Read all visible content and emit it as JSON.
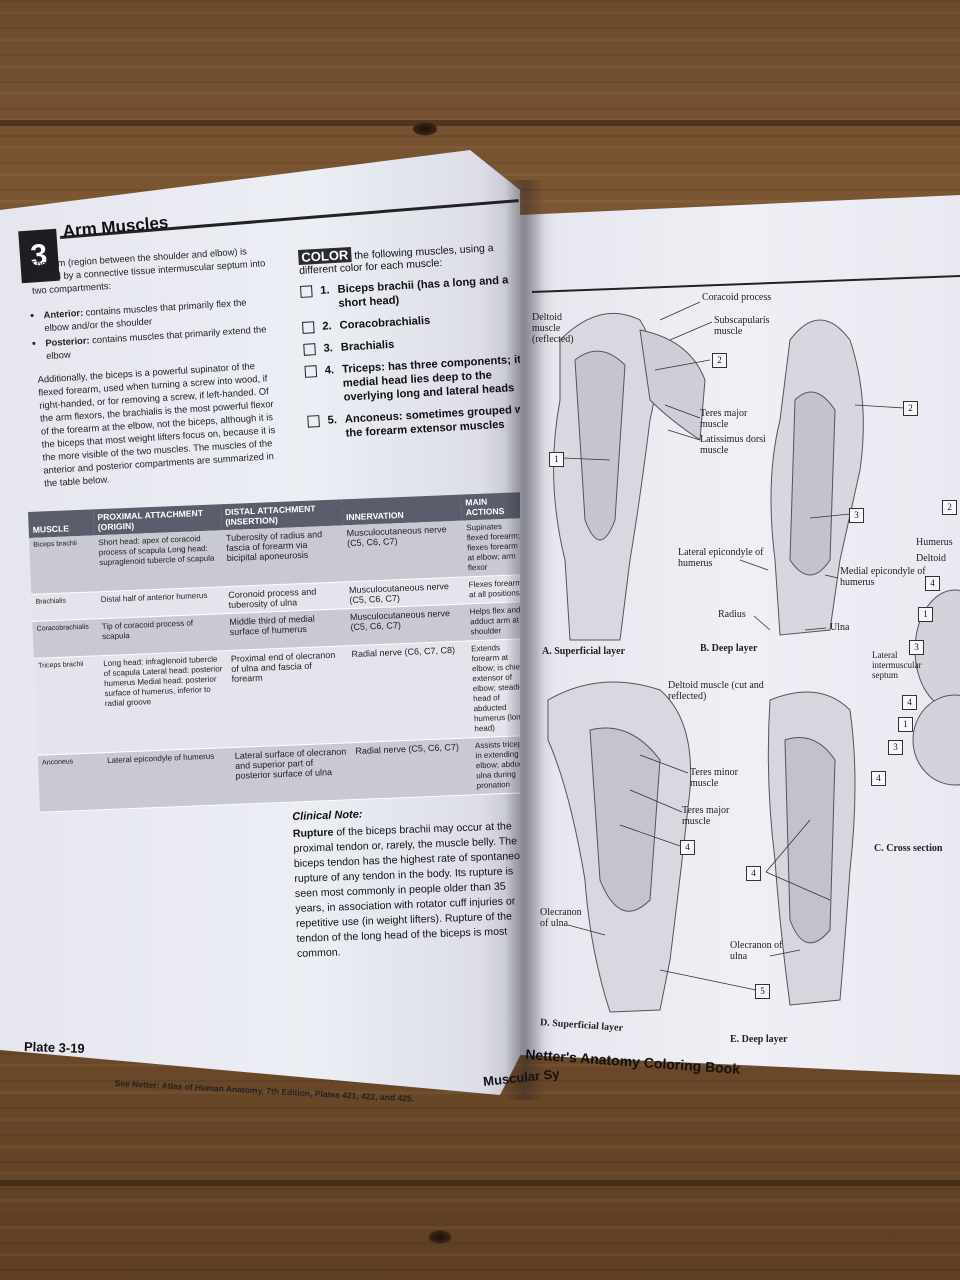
{
  "left_page": {
    "chapter_number": "3",
    "chapter_title": "Arm Muscles",
    "intro_p1": "The arm (region between the shoulder and elbow) is divided by a connective tissue intermuscular septum into two compartments:",
    "bullet_anterior_label": "Anterior:",
    "bullet_anterior_text": " contains muscles that primarily flex the elbow and/or the shoulder",
    "bullet_posterior_label": "Posterior:",
    "bullet_posterior_text": " contains muscles that primarily extend the elbow",
    "intro_p2": "Additionally, the biceps is a powerful supinator of the flexed forearm, used when turning a screw into wood, if right-handed, or for removing a screw, if left-handed. Of the arm flexors, the brachialis is the most powerful flexor of the forearm at the elbow, not the biceps, although it is the biceps that most weight lifters focus on, because it is the more visible of the two muscles. The muscles of the anterior and posterior compartments are summarized in the table below.",
    "color_word": "COLOR",
    "color_instruction": " the following muscles, using a different color for each muscle:",
    "checklist": [
      {
        "num": "1.",
        "text": "Biceps brachii (has a long and a short head)"
      },
      {
        "num": "2.",
        "text": "Coracobrachialis"
      },
      {
        "num": "3.",
        "text": "Brachialis"
      },
      {
        "num": "4.",
        "text": "Triceps: has three components; its medial head lies deep to the overlying long and lateral heads"
      },
      {
        "num": "5.",
        "text": "Anconeus: sometimes grouped with the forearm extensor muscles"
      }
    ],
    "table": {
      "headers": [
        "MUSCLE",
        "PROXIMAL ATTACHMENT (ORIGIN)",
        "DISTAL ATTACHMENT (INSERTION)",
        "INNERVATION",
        "MAIN ACTIONS"
      ],
      "rows": [
        {
          "muscle": "Biceps brachii",
          "origin": "Short head: apex of coracoid process of scapula Long head: supraglenoid tubercle of scapula",
          "insertion": "Tuberosity of radius and fascia of forearm via bicipital aponeurosis",
          "innervation": "Musculocutaneous nerve (C5, C6, C7)",
          "actions": "Supinates flexed forearm; flexes forearm at elbow; arm flexor"
        },
        {
          "muscle": "Brachialis",
          "origin": "Distal half of anterior humerus",
          "insertion": "Coronoid process and tuberosity of ulna",
          "innervation": "Musculocutaneous nerve (C5, C6, C7)",
          "actions": "Flexes forearm at all positions"
        },
        {
          "muscle": "Coracobrachialis",
          "origin": "Tip of coracoid process of scapula",
          "insertion": "Middle third of medial surface of humerus",
          "innervation": "Musculocutaneous nerve (C5, C6, C7)",
          "actions": "Helps flex and adduct arm at shoulder"
        },
        {
          "muscle": "Triceps brachii",
          "origin": "Long head: infraglenoid tubercle of scapula Lateral head: posterior humerus Medial head: posterior surface of humerus, inferior to radial groove",
          "insertion": "Proximal end of olecranon of ulna and fascia of forearm",
          "innervation": "Radial nerve (C6, C7, C8)",
          "actions": "Extends forearm at elbow; is chief extensor of elbow; steadies head of abducted humerus (long head)"
        },
        {
          "muscle": "Anconeus",
          "origin": "Lateral epicondyle of humerus",
          "insertion": "Lateral surface of olecranon and superior part of posterior surface of ulna",
          "innervation": "Radial nerve (C5, C6, C7)",
          "actions": "Assists triceps in extending elbow; abducts ulna during pronation"
        }
      ]
    },
    "clinical_title": "Clinical Note:",
    "clinical_bold": "Rupture",
    "clinical_text": " of the biceps brachii may occur at the proximal tendon or, rarely, the muscle belly. The biceps tendon has the highest rate of spontaneous rupture of any tendon in the body. Its rupture is seen most commonly in people older than 35 years, in association with rotator cuff injuries or repetitive use (in weight lifters). Rupture of the tendon of the long head of the biceps is most common.",
    "plate_number": "Plate 3-19",
    "see_netter": "See Netter: Atlas of Human Anatomy, 7th Edition, Plates 421, 422, and 425.",
    "footer_section": "Muscular Sy"
  },
  "right_page": {
    "labels": {
      "coracoid_process": "Coracoid process",
      "subscapularis": "Subscapularis muscle",
      "deltoid_reflected": "Deltoid muscle (reflected)",
      "teres_major": "Teres major muscle",
      "latissimus": "Latissimus dorsi muscle",
      "lateral_epicondyle": "Lateral epicondyle of humerus",
      "medial_epicondyle": "Medial epicondyle of humerus",
      "radius": "Radius",
      "ulna": "Ulna",
      "deltoid_cut": "Deltoid muscle (cut and reflected)",
      "teres_minor": "Teres minor muscle",
      "teres_major_2": "Teres major muscle",
      "olecranon_d": "Olecranon of ulna",
      "olecranon_e": "Olecranon of ulna",
      "humerus": "Humerus",
      "deltoid": "Deltoid",
      "lateral_septum": "Lateral intermuscular septum"
    },
    "captions": {
      "a": "A. Superficial layer",
      "b": "B. Deep layer",
      "c": "C. Cross section",
      "d": "D. Superficial layer",
      "e": "E. Deep layer"
    },
    "book_title": "Netter's Anatomy Coloring Book"
  }
}
